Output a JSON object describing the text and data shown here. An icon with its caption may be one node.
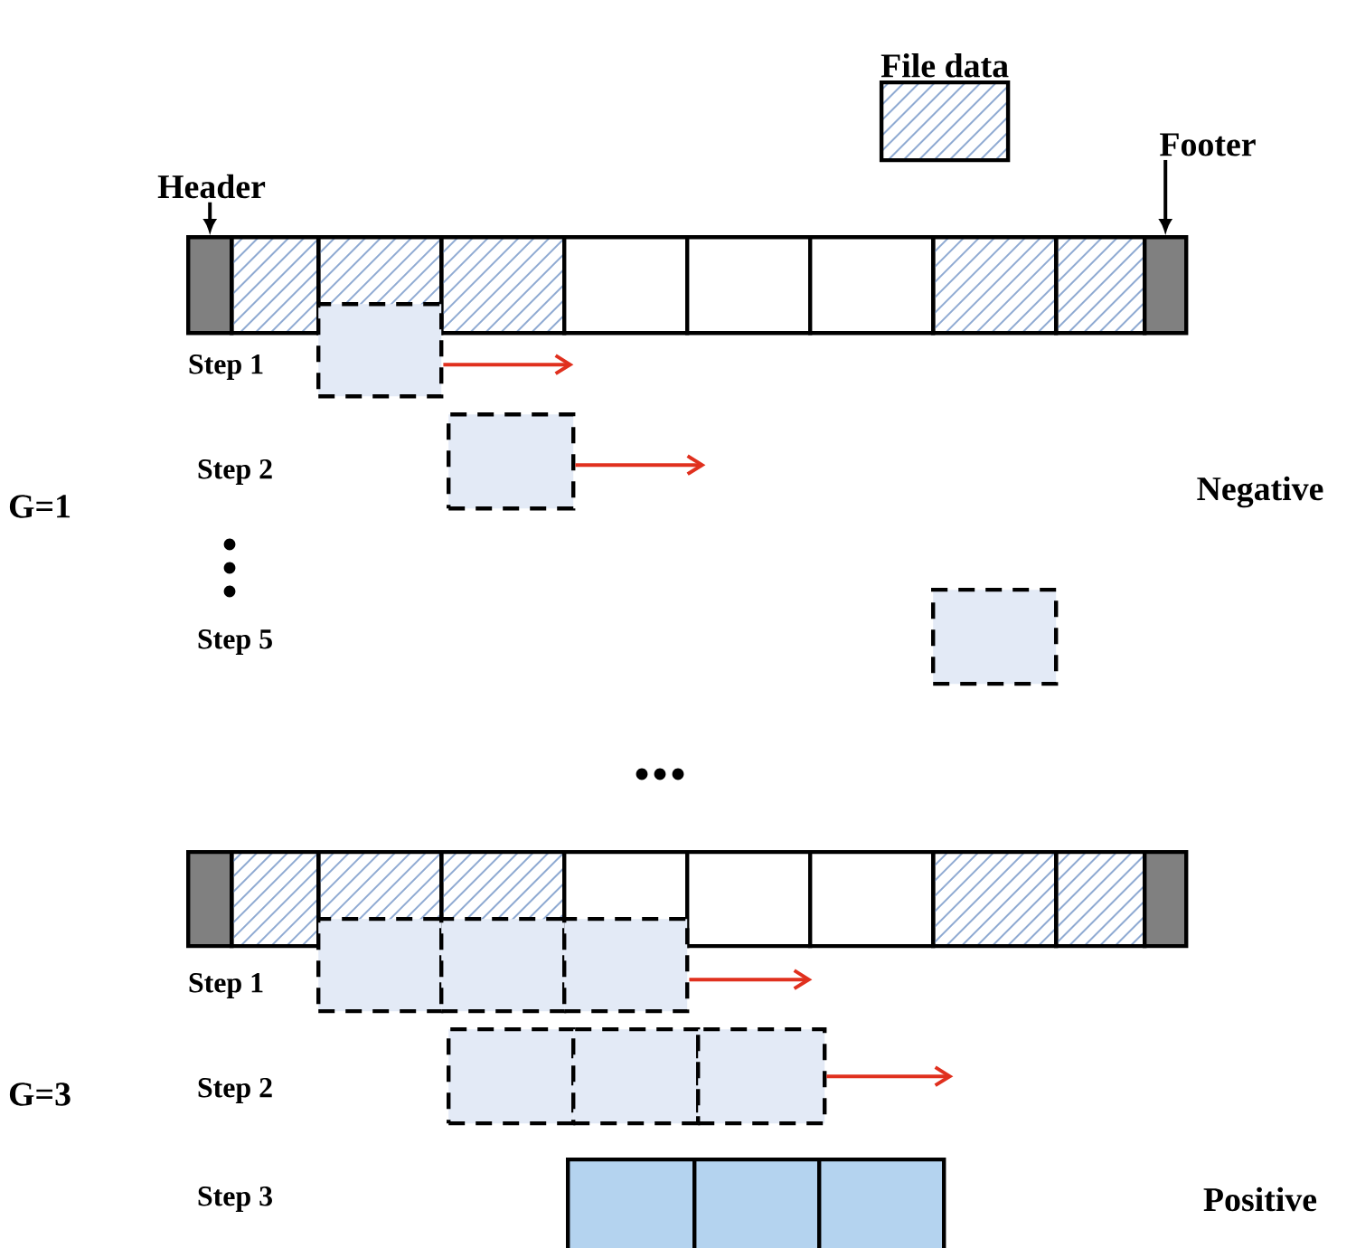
{
  "diagram": {
    "nodes": [
      {
        "text": [
          "File data"
        ]
      },
      {
        "text": [
          "Header"
        ]
      },
      {
        "text": [
          "Footer"
        ]
      },
      {
        "text": [],
        "shape": "box"
      },
      {
        "text": [],
        "shape": "box"
      },
      {
        "text": [],
        "shape": "box"
      },
      {
        "text": [],
        "shape": "box"
      },
      {
        "text": [],
        "shape": "box"
      },
      {
        "text": [],
        "shape": "box"
      },
      {
        "text": [],
        "shape": "box"
      },
      {
        "text": [],
        "shape": "box"
      },
      {
        "text": [],
        "shape": "box"
      },
      {
        "text": [],
        "shape": "box"
      },
      {
        "text": [],
        "shape": "box"
      },
      {
        "text": [],
        "shape": "box"
      },
      {
        "text": [],
        "shape": "box"
      },
      {
        "text": [],
        "shape": "box"
      },
      {
        "text": [],
        "shape": "box"
      },
      {
        "text": [],
        "shape": "box"
      },
      {
        "text": [],
        "shape": "box"
      },
      {
        "text": [],
        "shape": "box"
      },
      {
        "text": [],
        "shape": "box"
      },
      {
        "text": [],
        "shape": "box"
      },
      {
        "text": [],
        "shape": "box"
      },
      {
        "text": [],
        "shape": "box"
      },
      {
        "text": [],
        "shape": "box"
      },
      {
        "text": [],
        "shape": "box"
      },
      {
        "text": [],
        "shape": "box"
      },
      {
        "text": [],
        "shape": "box"
      },
      {
        "text": [],
        "shape": "box"
      },
      {
        "text": [],
        "shape": "box"
      },
      {
        "text": [],
        "shape": "box"
      },
      {
        "text": [],
        "shape": "box"
      },
      {
        "text": [],
        "shape": "box"
      },
      {
        "text": [],
        "shape": "box"
      }
    ],
    "edges": [
      {
        "from": 1,
        "to": 3,
        "arrow": "to",
        "color": "#000000"
      },
      {
        "from": 2,
        "to": 12,
        "arrow": "to",
        "color": "#000000"
      },
      {
        "from": 13,
        "to": null,
        "arrow": "to",
        "color": "#e0301e"
      },
      {
        "from": 14,
        "to": null,
        "arrow": "to",
        "color": "#e0301e"
      },
      {
        "from": 28,
        "to": null,
        "arrow": "to",
        "color": "#e0301e"
      },
      {
        "from": 31,
        "to": null,
        "arrow": "to",
        "color": "#e0301e"
      }
    ],
    "labels": [
      "Step 1",
      "Step 2",
      "G=1",
      "Negative",
      "Step 5",
      "Step 1",
      "Step 2",
      "G=3",
      "Step 3",
      "Positive"
    ]
  }
}
